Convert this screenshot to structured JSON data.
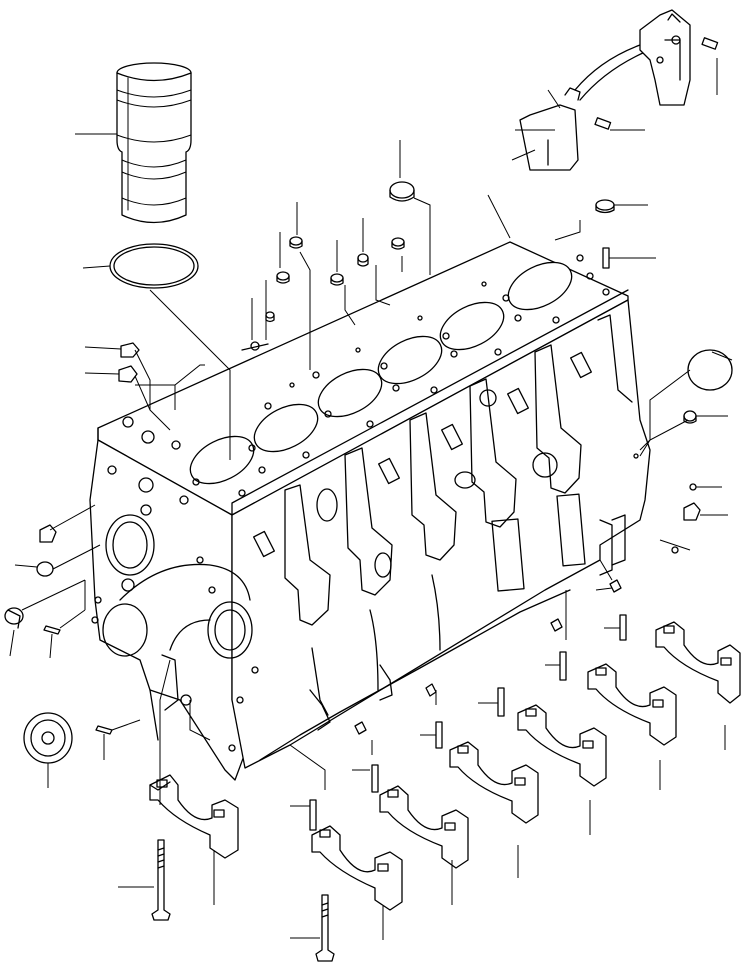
{
  "diagram": {
    "colors": {
      "line": "#000000",
      "background": "#ffffff"
    },
    "components": [
      "cylinder-liner",
      "o-ring",
      "cylinder-block",
      "cylinder-head-gasket-deck",
      "oil-pipe-bracket",
      "expansion-plugs",
      "dowel-pins",
      "oil-seal-cap",
      "main-bearing-caps",
      "main-bearing-cap-bolts",
      "plugs",
      "bolts"
    ]
  }
}
